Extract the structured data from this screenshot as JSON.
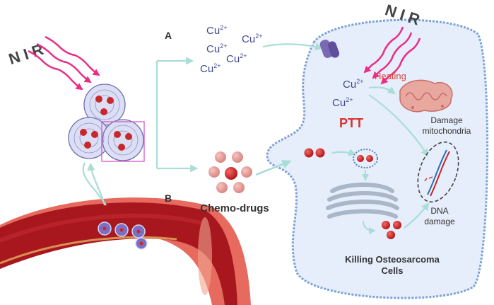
{
  "labels": {
    "nir_left": "N I R",
    "nir_right": "N I R",
    "branch_a": "A",
    "branch_b": "B",
    "cu_ions": [
      "Cu",
      "Cu",
      "Cu",
      "Cu",
      "Cu"
    ],
    "cu_cell": [
      "Cu",
      "Cu"
    ],
    "cu_superscript": "2+",
    "heating": "Heating",
    "ptt": "PTT",
    "damage_mito_line1": "Damage",
    "damage_mito_line2": "mitochondria",
    "dna_line1": "DNA",
    "dna_line2": "damage",
    "chemo_drugs": "Chemo-drugs",
    "killing_line1": "Killing Osteosarcoma",
    "killing_line2": "Cells"
  },
  "colors": {
    "cell_fill": "#e6eefb",
    "cell_border": "#7fa3d6",
    "arrow": "#a9ddd6",
    "cu_text": "#3f4b8c",
    "nir_wave": "#ec2c86",
    "nir_text": "#444444",
    "heating_text": "#e6403c",
    "ptt_text": "#d8312b",
    "drug_red": "#c8282c",
    "drug_pink": "#e69a96",
    "vessel_outer": "#e1474b",
    "vessel_inner": "#a8161e",
    "mito_fill": "#e8a79f",
    "channel_purple": "#7a69b4"
  },
  "icons": {
    "nanoparticle": "nanoparticle-cluster-icon",
    "channel": "ion-channel-icon",
    "mitochondria": "mitochondria-icon",
    "dna": "dna-helix-icon",
    "golgi": "golgi-apparatus-icon",
    "vessel": "blood-vessel-icon"
  }
}
